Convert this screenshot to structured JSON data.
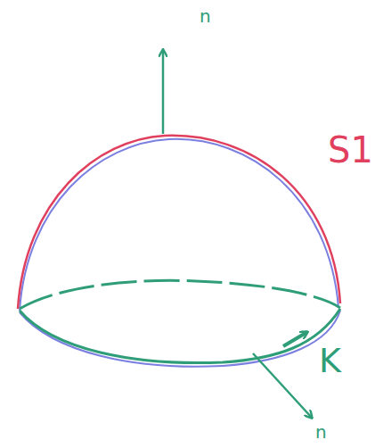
{
  "diagram": {
    "labels": [
      "n",
      "S1",
      "K",
      "n"
    ]
  }
}
